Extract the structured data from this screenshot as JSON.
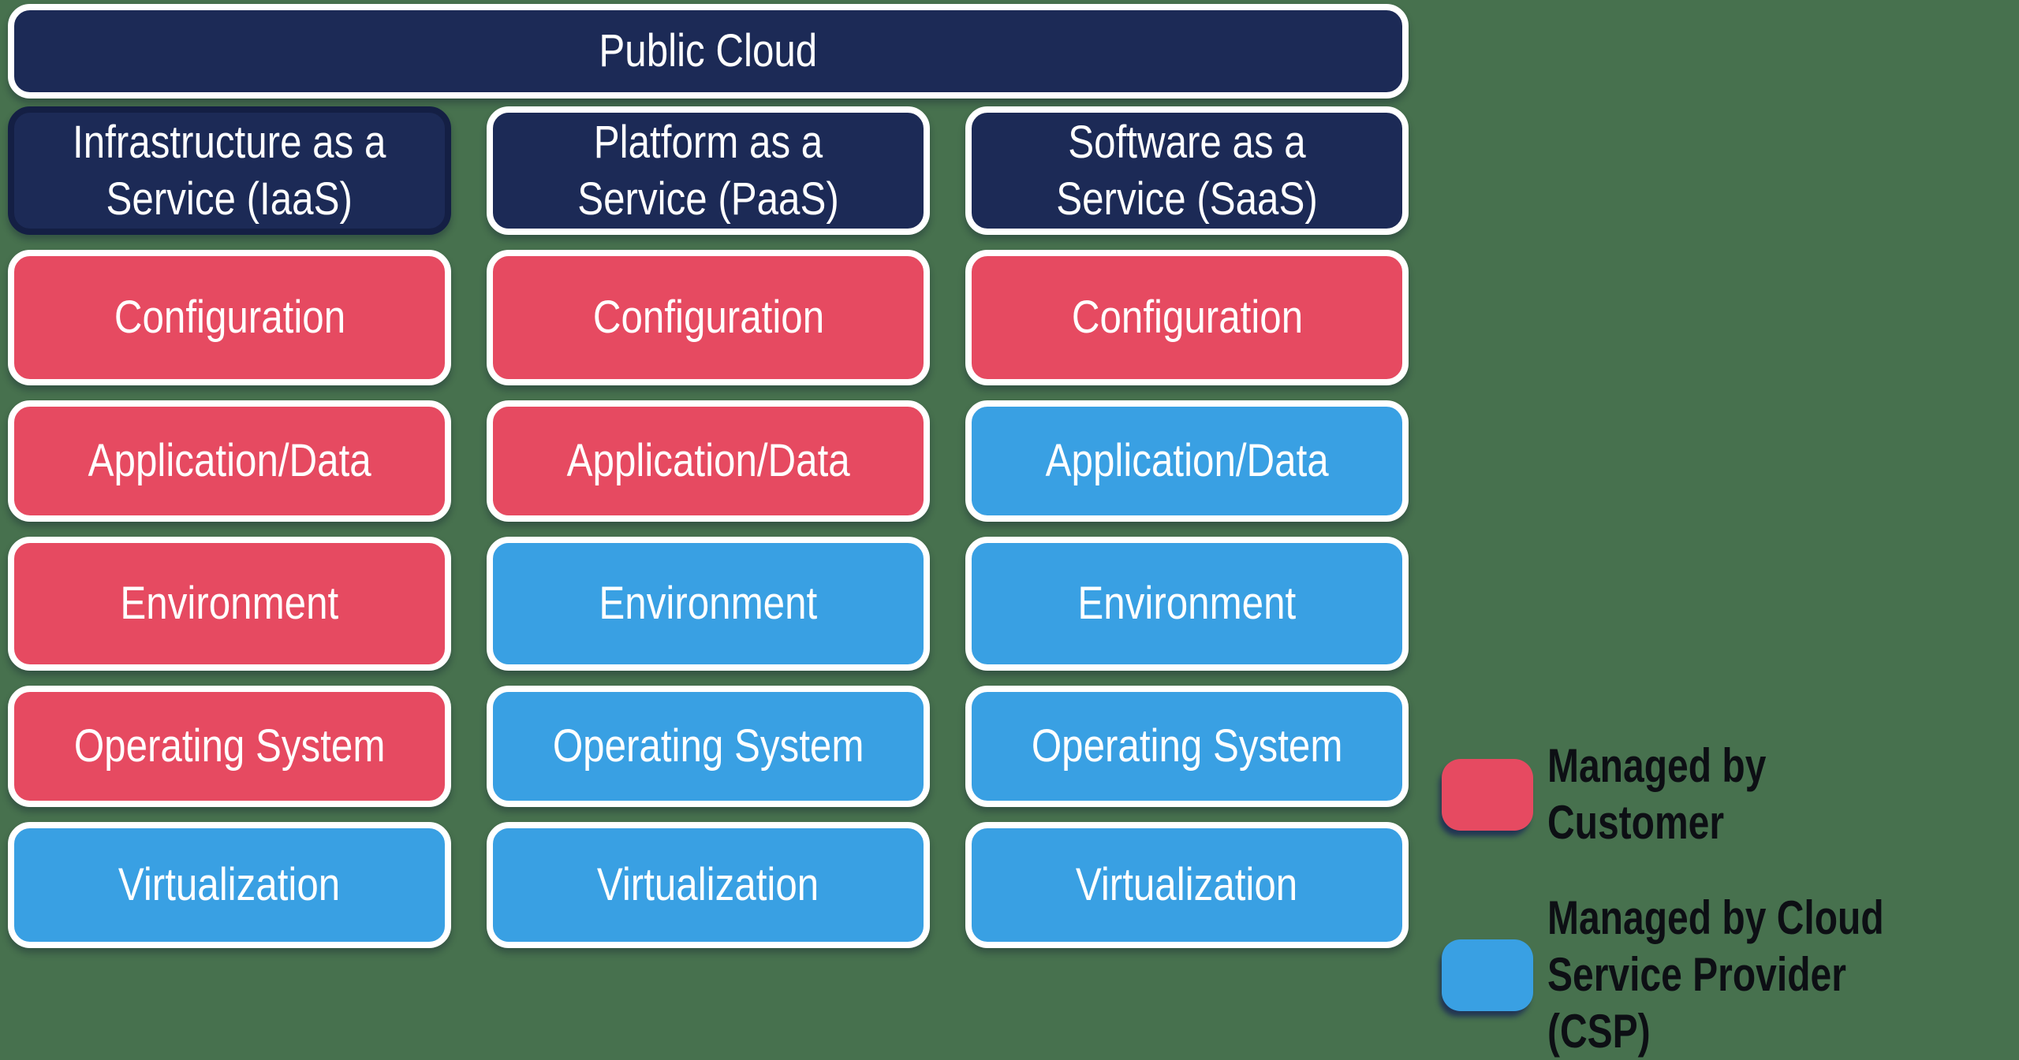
{
  "colors": {
    "background": "#47714E",
    "navy": "#1C2A56",
    "customer": "#E64A61",
    "csp": "#39A0E3",
    "border_white": "#FFFFFF",
    "legend_text": "#0D0F14"
  },
  "title": "Public Cloud",
  "columns": [
    {
      "header": "Infrastructure as a\nService (IaaS)",
      "rows": [
        {
          "label": "Configuration",
          "owner": "customer"
        },
        {
          "label": "Application/Data",
          "owner": "customer"
        },
        {
          "label": "Environment",
          "owner": "customer"
        },
        {
          "label": "Operating System",
          "owner": "customer"
        },
        {
          "label": "Virtualization",
          "owner": "csp"
        }
      ]
    },
    {
      "header": "Platform as a\nService (PaaS)",
      "rows": [
        {
          "label": "Configuration",
          "owner": "customer"
        },
        {
          "label": "Application/Data",
          "owner": "customer"
        },
        {
          "label": "Environment",
          "owner": "csp"
        },
        {
          "label": "Operating System",
          "owner": "csp"
        },
        {
          "label": "Virtualization",
          "owner": "csp"
        }
      ]
    },
    {
      "header": "Software as a\nService (SaaS)",
      "rows": [
        {
          "label": "Configuration",
          "owner": "customer"
        },
        {
          "label": "Application/Data",
          "owner": "csp"
        },
        {
          "label": "Environment",
          "owner": "csp"
        },
        {
          "label": "Operating System",
          "owner": "csp"
        },
        {
          "label": "Virtualization",
          "owner": "csp"
        }
      ]
    }
  ],
  "legend": [
    {
      "label": "Managed by Customer",
      "owner": "customer"
    },
    {
      "label": "Managed by Cloud\nService Provider (CSP)",
      "owner": "csp"
    }
  ]
}
